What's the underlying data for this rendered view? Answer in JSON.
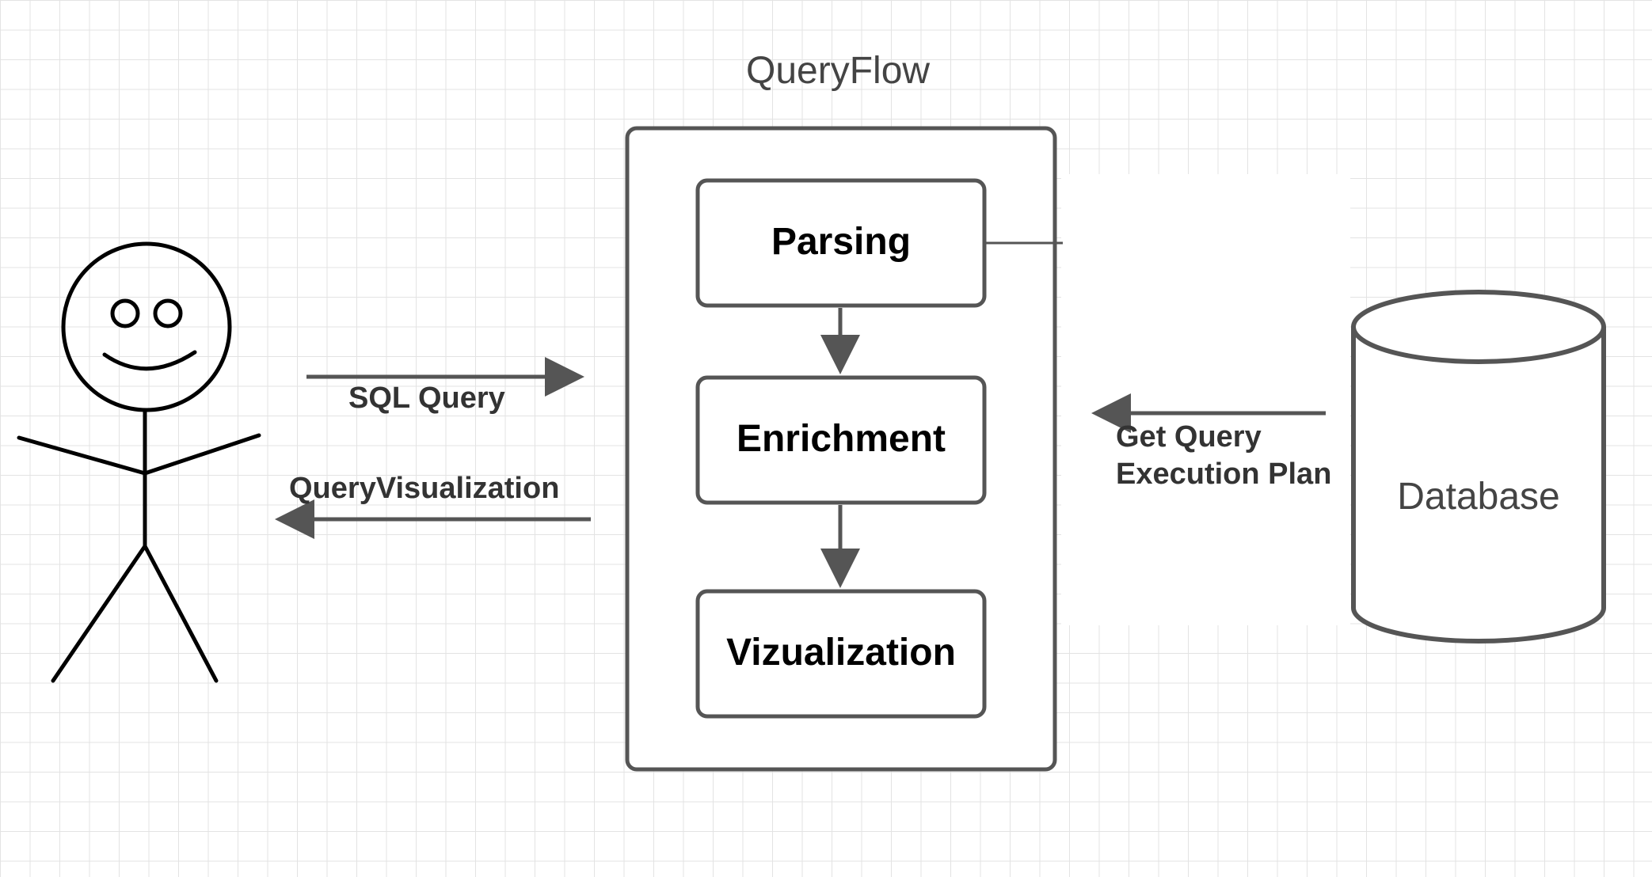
{
  "title": "QueryFlow",
  "actor": {
    "icon": "user-stick-figure-icon"
  },
  "pipeline": {
    "steps": [
      {
        "label": "Parsing"
      },
      {
        "label": "Enrichment"
      },
      {
        "label": "Vizualization"
      }
    ]
  },
  "arrows": {
    "to_system": {
      "label": "SQL Query"
    },
    "to_user": {
      "label": "QueryVisualization"
    },
    "from_db": {
      "label_line1": "Get Query",
      "label_line2": "Execution Plan"
    }
  },
  "database": {
    "label": "Database",
    "icon": "database-cylinder-icon"
  },
  "colors": {
    "line": "#555555",
    "text": "#000000",
    "grid": "#e3e3e3"
  }
}
